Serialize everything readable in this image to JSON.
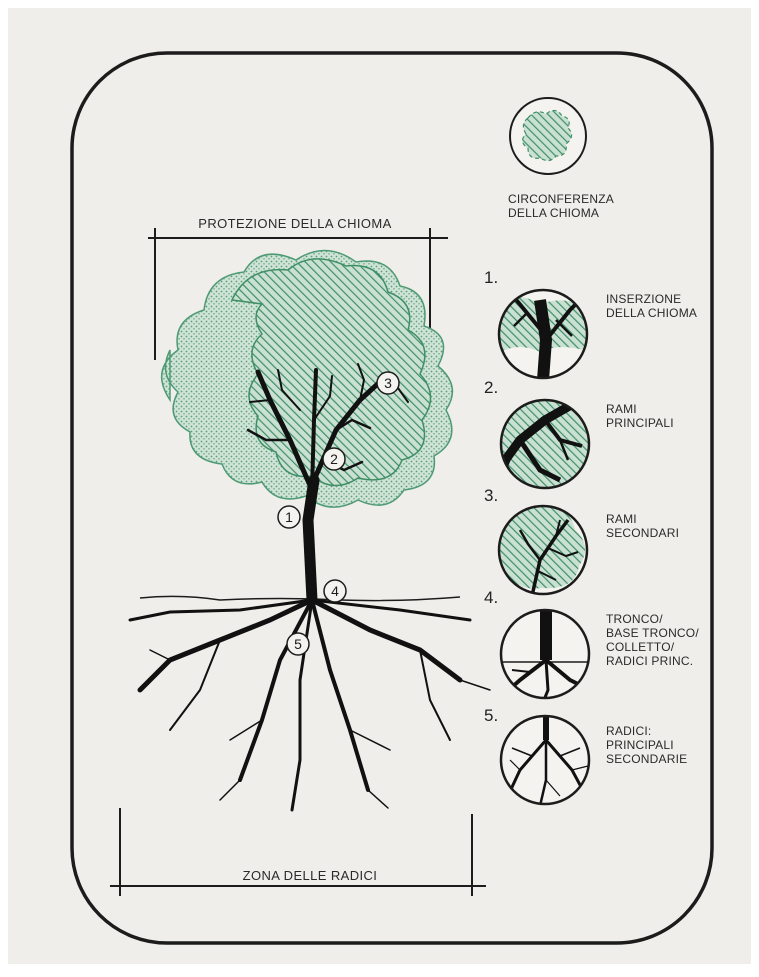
{
  "crown_circumference_label": "CIRCONFERENZA\nDELLA CHIOMA",
  "crown_protection_label": "PROTEZIONE DELLA CHIOMA",
  "root_zone_label": "ZONA DELLE RADICI",
  "tree_markers": [
    "1",
    "2",
    "3",
    "4",
    "5"
  ],
  "legend": [
    {
      "number": "1.",
      "label": "INSERZIONE\nDELLA CHIOMA"
    },
    {
      "number": "2.",
      "label": "RAMI\nPRINCIPALI"
    },
    {
      "number": "3.",
      "label": "RAMI\nSECONDARI"
    },
    {
      "number": "4.",
      "label": "TRONCO/\nBASE TRONCO/\nCOLLETTO/\nRADICI PRINC."
    },
    {
      "number": "5.",
      "label": "RADICI:\nPRINCIPALI\nSECONDARIE"
    }
  ],
  "colors": {
    "paper": "#efeeea",
    "ink": "#1c1c1c",
    "foliage_green": "#4e9a74",
    "foliage_light": "#a9cdb8"
  }
}
